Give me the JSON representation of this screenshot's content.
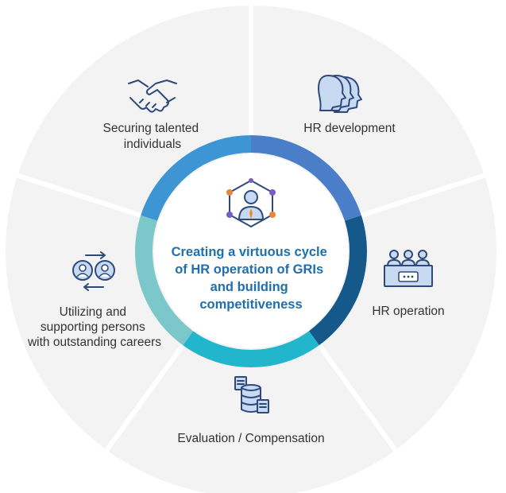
{
  "center": {
    "lines": [
      "Creating a virtuous cycle",
      "of HR operation of GRIs",
      "and building",
      "competitiveness"
    ],
    "icon": "person-network-icon"
  },
  "segments": [
    {
      "id": "hr-development",
      "lines": [
        "HR development"
      ],
      "icon": "people-profiles-icon"
    },
    {
      "id": "hr-operation",
      "lines": [
        "HR operation"
      ],
      "icon": "meeting-chat-icon"
    },
    {
      "id": "evaluation-compensation",
      "lines": [
        "Evaluation / Compensation"
      ],
      "icon": "database-documents-icon"
    },
    {
      "id": "utilizing-supporting",
      "lines": [
        "Utilizing and",
        "supporting persons",
        "with outstanding careers"
      ],
      "icon": "person-exchange-icon"
    },
    {
      "id": "securing-talent",
      "lines": [
        "Securing talented",
        "individuals"
      ],
      "icon": "handshake-icon"
    }
  ],
  "colors": {
    "ring": [
      "#4a7ec8",
      "#15588a",
      "#22b6cc",
      "#7cc7c9",
      "#3d95d4"
    ],
    "outer_pie": "#f3f3f3",
    "divider": "#ffffff",
    "center_text": "#1f6fae",
    "icon_stroke": "#2f4a7a",
    "icon_fill": "#c7daf2"
  }
}
